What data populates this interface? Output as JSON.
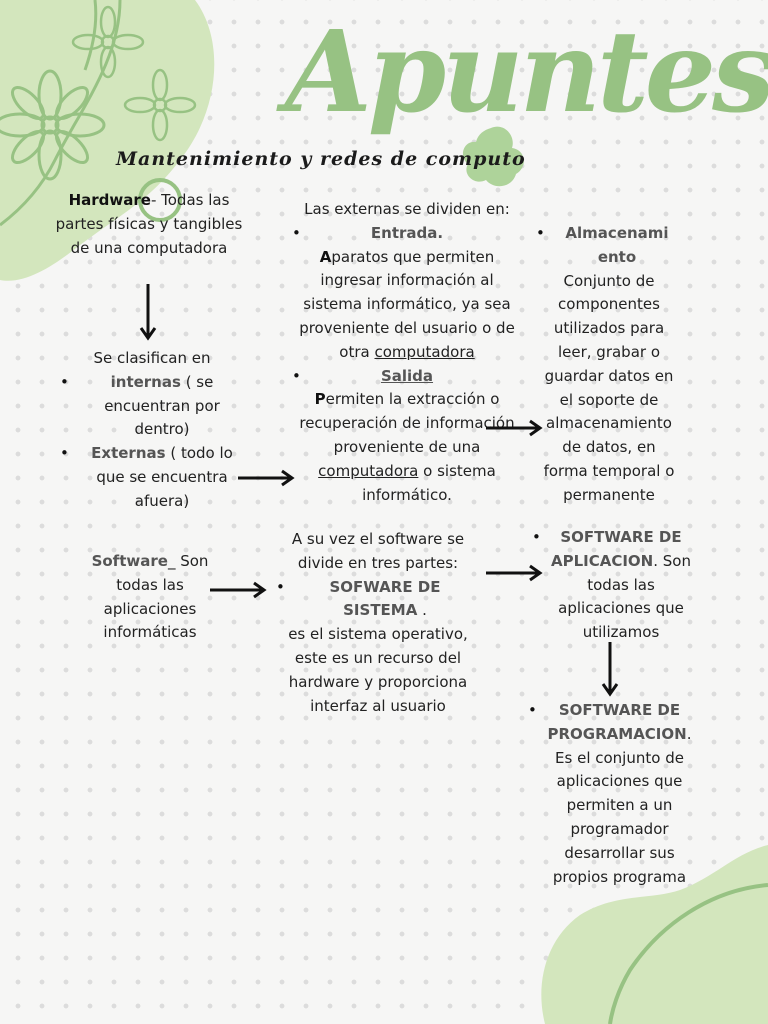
{
  "title": "Apuntes",
  "subtitle": "Mantenimiento y redes de computo",
  "hardware": {
    "term": "Hardware",
    "definition": "- Todas las partes físicas y tangibles de una computadora",
    "classify_intro": "Se clasifican en",
    "internas_term": "internas",
    "internas_desc": " ( se encuentran por dentro)",
    "externas_term": "Externas",
    "externas_desc": " ( todo lo que se encuentra afuera)"
  },
  "externas": {
    "intro": "Las externas se dividen en:",
    "entrada_term": "Entrada.",
    "entrada_first": "A",
    "entrada_desc": "paratos que permiten ingresar información al sistema informático, ya sea proveniente del usuario o de otra ",
    "entrada_link": "computadora",
    "salida_term": "Salida",
    "salida_first": "P",
    "salida_desc1": "ermiten la extracción o recuperación de información proveniente de una ",
    "salida_link": "computadora",
    "salida_desc2": " o sistema informático."
  },
  "almacenamiento": {
    "term_line1": "Almacenami",
    "term_line2": "ento",
    "desc": "Conjunto de componentes utilizados para leer, grabar o guardar datos en el soporte de almacenamiento de datos, en forma temporal o permanente"
  },
  "software": {
    "term": "Software",
    "definition": "_ Son todas las aplicaciones informáticas",
    "divide_intro": "A su vez el software se divide en tres partes:",
    "sistema_term": "SOFWARE DE SISTEMA",
    "sistema_dot": " .",
    "sistema_desc": "es el sistema operativo, este es un recurso del hardware y proporciona interfaz al usuario",
    "aplicacion_term": "SOFTWARE DE APLICACION",
    "aplicacion_desc": ". Son todas las aplicaciones que utilizamos",
    "programacion_term": "SOFTWARE DE PROGRAMACION",
    "programacion_desc": ". Es el conjunto de aplicaciones que permiten a un programador desarrollar sus propios programa"
  },
  "colors": {
    "accent": "#97c283",
    "blob": "#d3e6bd",
    "background": "#f6f6f5"
  }
}
